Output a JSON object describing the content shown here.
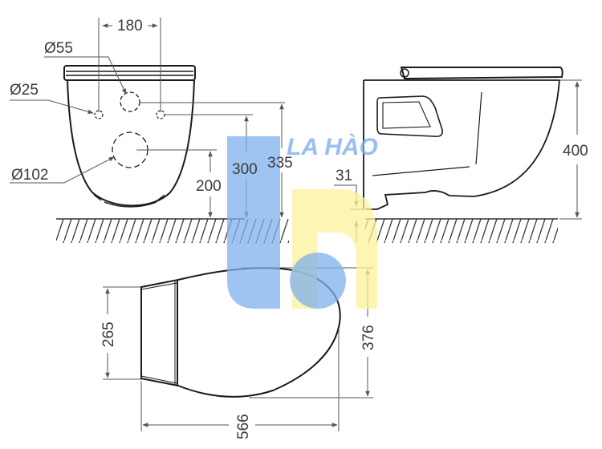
{
  "drawing": {
    "subject": "wall-hung toilet dimension drawing",
    "views": [
      "front",
      "side",
      "top"
    ],
    "units": "mm",
    "colors": {
      "line": "#1a1a1a",
      "dimension": "#555555",
      "watermark_blue": "#7fb0ec",
      "watermark_yellow": "#fbf29a"
    }
  },
  "front_view": {
    "dim_spacing": "180",
    "dim_d55": "Ø55",
    "dim_d25": "Ø25",
    "dim_d102": "Ø102",
    "dim_height_200": "200",
    "dim_height_300": "300",
    "dim_height_335": "335"
  },
  "side_view": {
    "dim_height_400": "400",
    "dim_gap_31": "31"
  },
  "top_view": {
    "dim_width_265": "265",
    "dim_width_376": "376",
    "dim_length_566": "566"
  },
  "watermark": {
    "text": "LA HÀO"
  }
}
